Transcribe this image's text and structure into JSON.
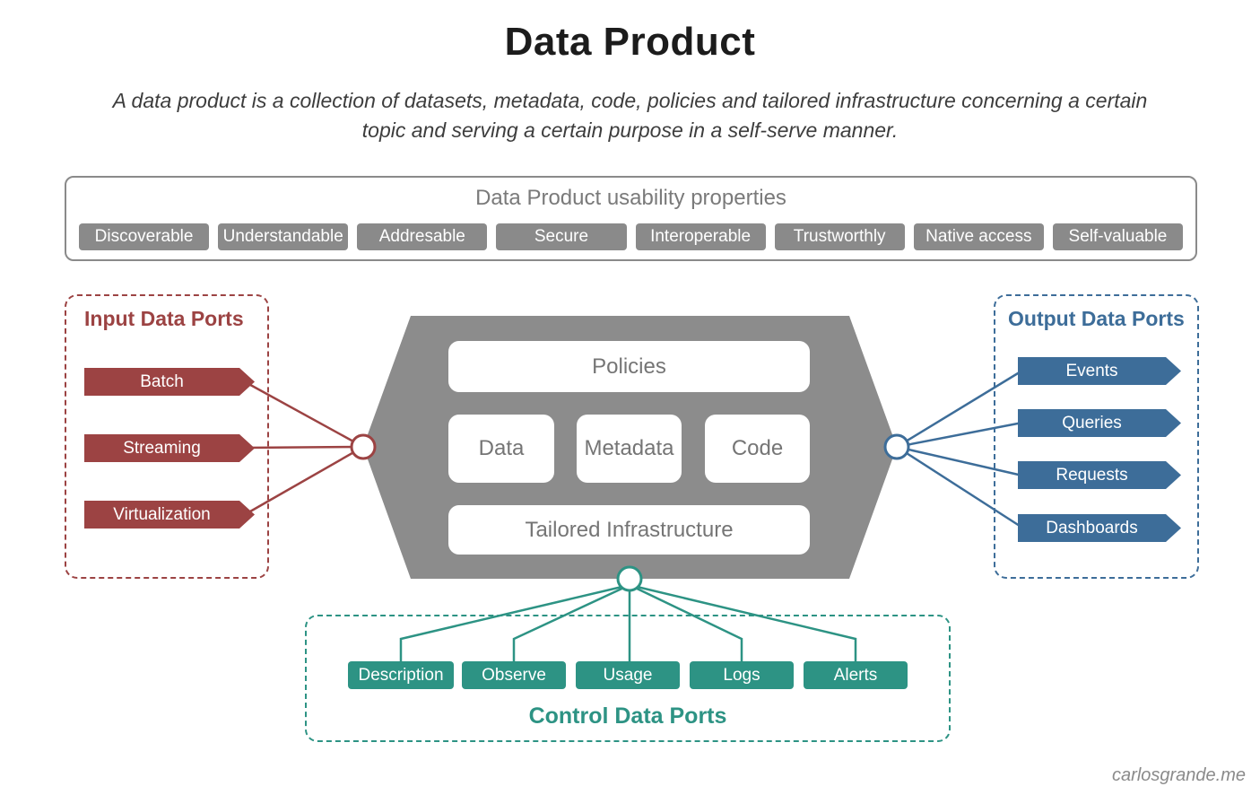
{
  "title": "Data Product",
  "subtitle": "A data product is a collection of datasets, metadata, code, policies and tailored infrastructure concerning a certain topic and serving a certain purpose in a self-serve manner.",
  "usability": {
    "title": "Data Product usability properties",
    "items": [
      "Discoverable",
      "Understandable",
      "Addresable",
      "Secure",
      "Interoperable",
      "Trustworthly",
      "Native access",
      "Self-valuable"
    ]
  },
  "input_ports": {
    "title": "Input Data Ports",
    "items": [
      "Batch",
      "Streaming",
      "Virtualization"
    ]
  },
  "hexagon": {
    "top": "Policies",
    "middle": [
      "Data",
      "Metadata",
      "Code"
    ],
    "bottom": "Tailored Infrastructure"
  },
  "output_ports": {
    "title": "Output Data Ports",
    "items": [
      "Events",
      "Queries",
      "Requests",
      "Dashboards"
    ]
  },
  "control_ports": {
    "title": "Control Data Ports",
    "items": [
      "Description",
      "Observe",
      "Usage",
      "Logs",
      "Alerts"
    ]
  },
  "footer": "carlosgrande.me",
  "colors": {
    "input_red": "#9c4343",
    "output_blue": "#3d6d99",
    "control_teal": "#2d9384",
    "hexagon_gray": "#8c8c8c",
    "pill_gray": "#8a8a8a"
  }
}
